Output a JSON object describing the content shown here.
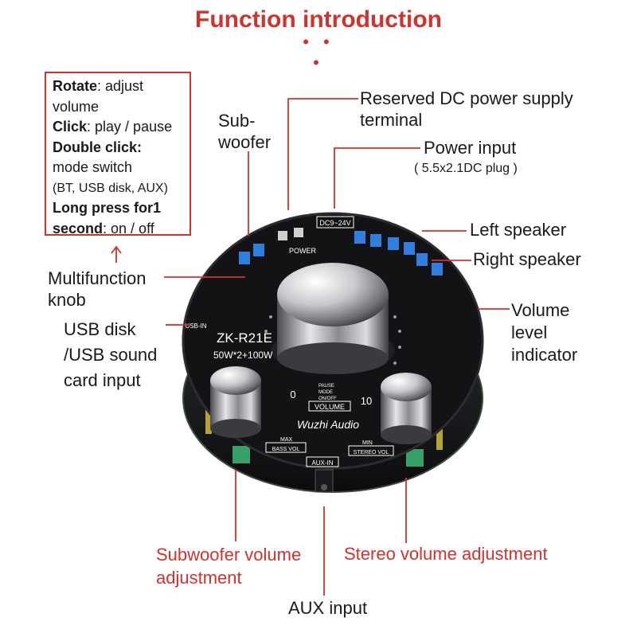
{
  "title": "Function introduction",
  "title_dots": "• • •",
  "info_box": {
    "rotate_key": "Rotate",
    "rotate_val": ": adjust",
    "rotate_val2": "volume",
    "click_key": "Click",
    "click_val": ": play / pause",
    "double_key": "Double click:",
    "double_val": "mode switch",
    "double_val2": "(BT, USB disk, AUX)",
    "long_key": "Long press for1",
    "long_key2": "second",
    "long_val": ": on / off"
  },
  "labels": {
    "subwoofer_1": "Sub-",
    "subwoofer_2": "woofer",
    "reserved_dc_1": "Reserved DC power supply",
    "reserved_dc_2": "terminal",
    "power_input": "Power input",
    "power_input_sub": "( 5.5x2.1DC plug )",
    "left_speaker": "Left speaker",
    "right_speaker": "Right speaker",
    "multifunction_1": "Multifunction",
    "multifunction_2": "knob",
    "usb_1": "USB disk",
    "usb_2": "/USB sound",
    "usb_3": "card input",
    "volume_1": "Volume",
    "volume_2": "level",
    "volume_3": "indicator",
    "sub_vol_1": "Subwoofer volume",
    "sub_vol_2": "adjustment",
    "stereo_vol": "Stereo volume adjustment",
    "aux_input": "AUX input"
  },
  "board": {
    "model": "ZK-R21E",
    "power_rating": "50W*2+100W",
    "dc_label": "DC9~24V",
    "power_label": "POWER",
    "usb_label": "USB-IN",
    "vol_min": "0",
    "vol_max": "10",
    "volume_label": "VOLUME",
    "pause": "PAUSE",
    "mode": "MODE",
    "onoff": "ON/OFF",
    "brand": "Wuzhi Audio",
    "bass_vol": "BASS VOL",
    "stereo_vol": "STEREO VOL",
    "aux_in": "AUX-IN",
    "max": "MAX",
    "min": "MIN"
  },
  "colors": {
    "accent": "#d0332b",
    "board": "#15151a",
    "terminal_blue": "#2f7ee0"
  }
}
